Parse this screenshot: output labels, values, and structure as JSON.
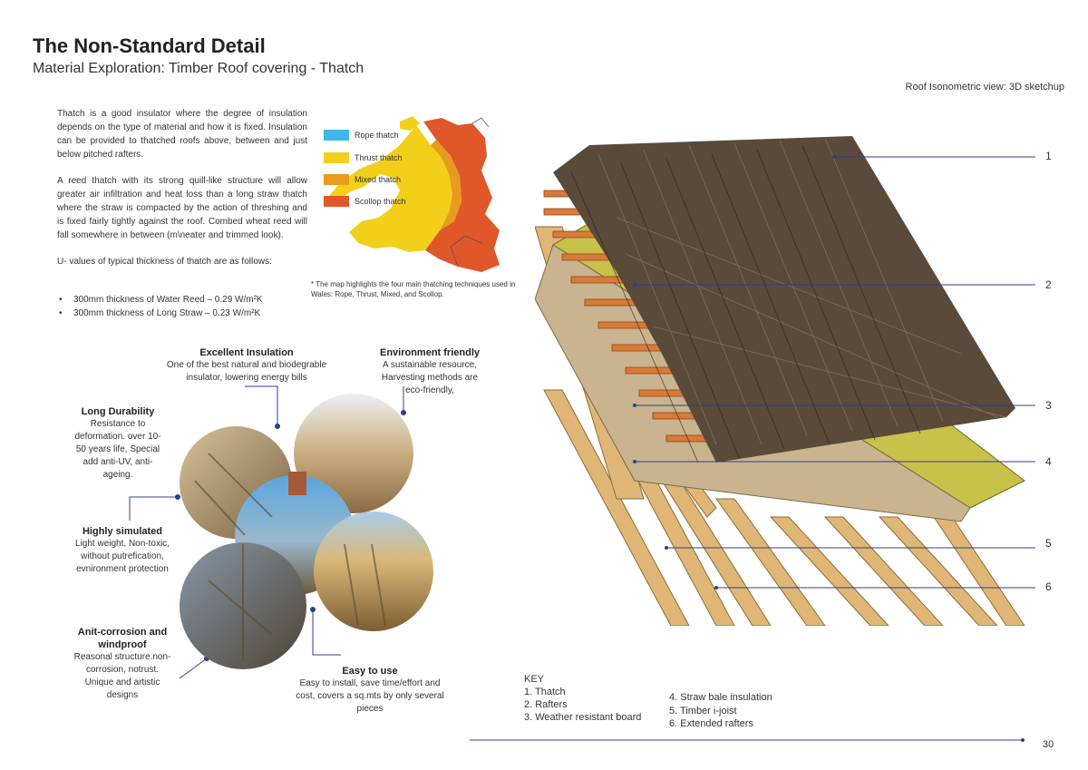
{
  "header": {
    "title": "The Non-Standard Detail",
    "subtitle": "Material Exploration: Timber Roof covering - Thatch",
    "view_label": "Roof Isonometric view: 3D sketchup"
  },
  "intro": {
    "p1": "Thatch is a good insulator where the degree of insulation depends on the type of material and how it is fixed. Insulation can be provided to thatched roofs above, between and just below pitched rafters.",
    "p2": "A reed thatch with its strong quill-like structure will allow greater air infiltration and heat loss than a long straw thatch where the straw is compacted by the action of threshing and is fixed fairly tightly against the roof. Combed wheat reed will fall somewhere in between (m\\neater and trimmed look).",
    "p3": "U- values of typical thickness of thatch are as follows:",
    "u_values": [
      "300mm thickness of Water Reed – 0.29 W/m²K",
      "300mm thickness of Long Straw – 0.23 W/m²K"
    ]
  },
  "map": {
    "legend": [
      {
        "label": "Rope thatch",
        "color": "#3fb7e8"
      },
      {
        "label": "Thrust thatch",
        "color": "#f2d019"
      },
      {
        "label": "Mixed thatch",
        "color": "#e89b1c"
      },
      {
        "label": "Scollop thatch",
        "color": "#e0572a"
      }
    ],
    "note": "* The map highlights the four main thatching techniques used in Wales: Rope, Thrust, Mixed, and Scollop."
  },
  "features": {
    "insulation": {
      "heading": "Excellent Insulation",
      "text": "One of the best natural and biodegrable insulator, lowering energy bills"
    },
    "environment": {
      "heading": "Environment friendly",
      "text": "A sustainable resource, Harvesting methods are eco-friendly,"
    },
    "durability": {
      "heading": "Long Durability",
      "text": "Resistance to deformation. over 10-50 years life, Special add anti-UV, anti-ageing."
    },
    "simulated": {
      "heading": "Highly simulated",
      "text": "Light weight, Non-toxic, without putrefication, evnironment protection"
    },
    "corrosion": {
      "heading": "Anit-corrosion and windproof",
      "text": "Reasonal structure.non-corrosion, notrust. Unique and artistic designs"
    },
    "easy": {
      "heading": "Easy to use",
      "text": "Easy to install, save time/effort and cost, covers a sq.mts by only several pieces"
    }
  },
  "callouts": [
    "1",
    "2",
    "3",
    "4",
    "5",
    "6"
  ],
  "key": {
    "title": "KEY",
    "col1": [
      "1.   Thatch",
      "2.   Rafters",
      "3.   Weather resistant board"
    ],
    "col2": [
      "4.   Straw bale insulation",
      "5.   Timber i-joist",
      "6.   Extended rafters"
    ]
  },
  "page_number": "30",
  "colors": {
    "accent_line": "#2b3f8f",
    "thatch": "#5a4a3a",
    "board": "#c9c24a",
    "timber": "#d9a866",
    "rafter": "#d9793a"
  }
}
